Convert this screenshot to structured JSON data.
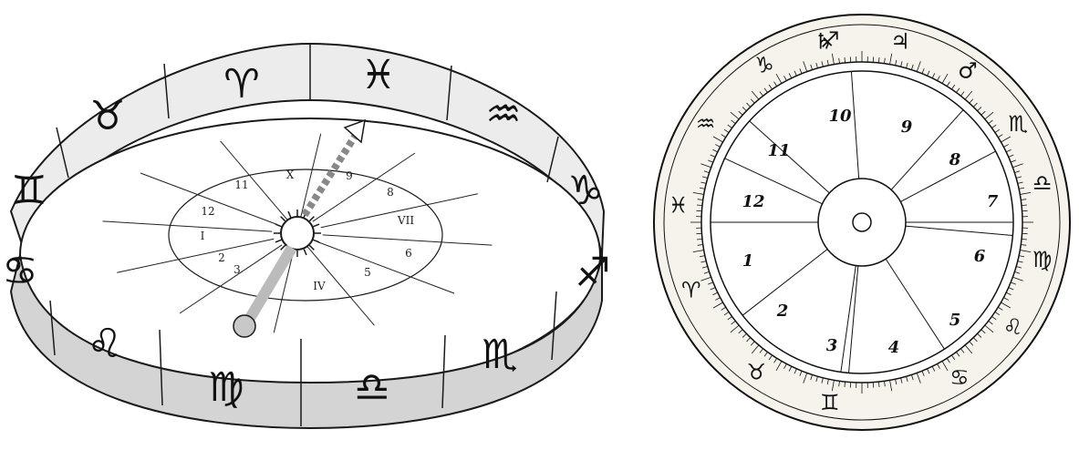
{
  "left_figure": {
    "band_signs": [
      "♈",
      "♓",
      "♒",
      "♑",
      "♐",
      "♏",
      "♎",
      "♍",
      "♌",
      "♋",
      "♊",
      "♉"
    ],
    "band_sign_names": [
      "aries",
      "pisces",
      "aquarius",
      "capricorn",
      "sagittarius",
      "scorpio",
      "libra",
      "virgo",
      "leo",
      "cancer",
      "gemini",
      "taurus"
    ],
    "house_labels": [
      "X",
      "9",
      "8",
      "VII",
      "6",
      "5",
      "IV",
      "3",
      "2",
      "I",
      "12",
      "11"
    ],
    "colors": {
      "band": "#e8e8e8",
      "band_dark": "#c9c9c9",
      "ink": "#1a1a1a",
      "moon": "#c8c8c8"
    }
  },
  "right_figure": {
    "house_numbers": [
      "1",
      "2",
      "3",
      "4",
      "5",
      "6",
      "7",
      "8",
      "9",
      "10",
      "11",
      "12"
    ],
    "outer_signs": [
      "♄",
      "♃",
      "♂",
      "♏",
      "♎",
      "♍",
      "♌",
      "♋",
      "♊",
      "♉",
      "♈",
      "♓",
      "♒",
      "♑",
      "♐"
    ],
    "colors": {
      "ink": "#111111",
      "ring_bg": "#f6f3ec"
    }
  }
}
